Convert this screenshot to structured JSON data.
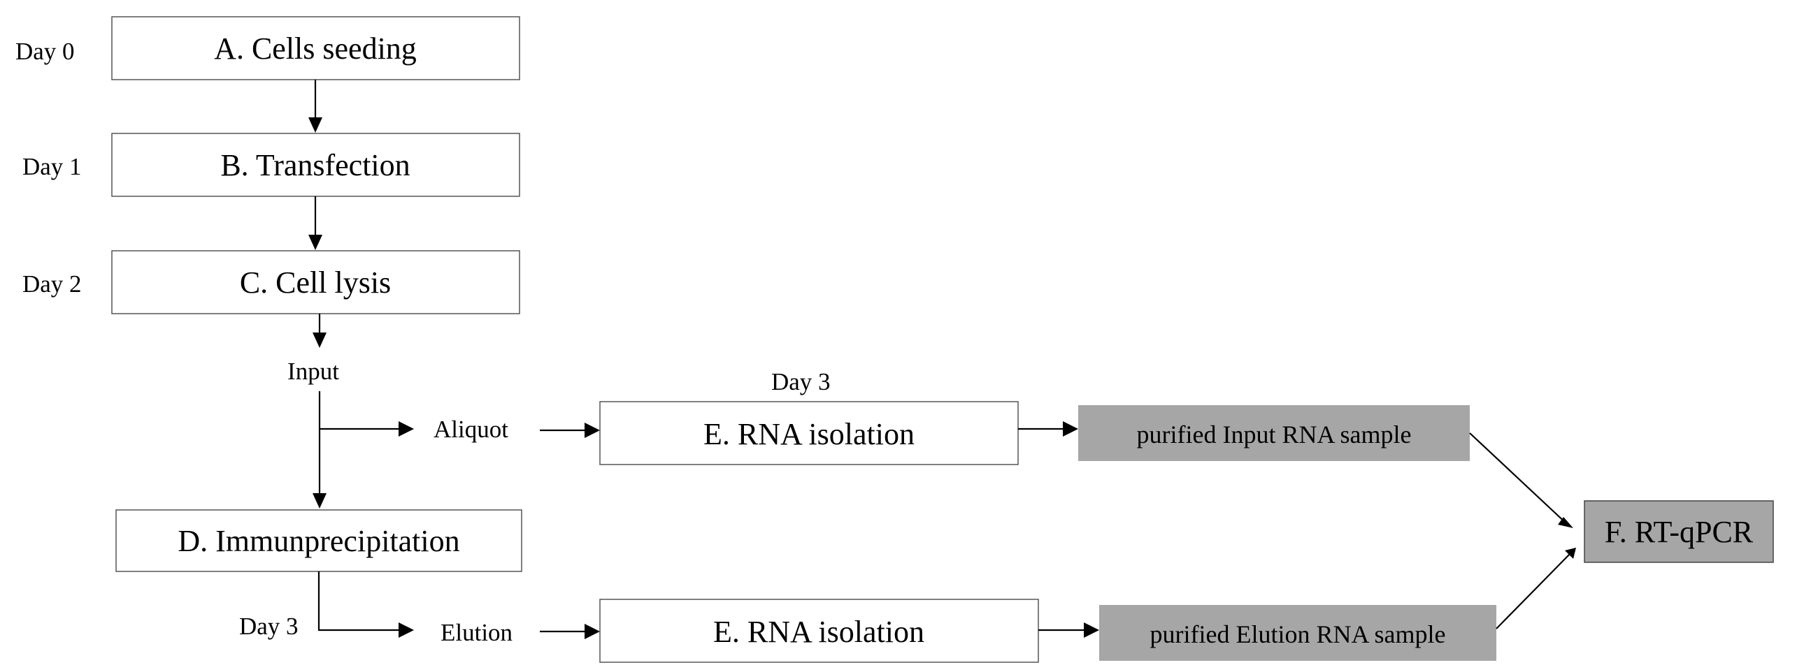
{
  "steps": {
    "a": "A. Cells seeding",
    "b": "B. Transfection",
    "c": "C. Cell lysis",
    "d": "D. Immunprecipitation",
    "e_input": "E. RNA isolation",
    "e_elution": "E. RNA isolation",
    "f": "F. RT-qPCR"
  },
  "days": {
    "day0": "Day 0",
    "day1": "Day 1",
    "day2": "Day 2",
    "day3_input": "Day 3",
    "day3_elution": "Day 3"
  },
  "labels": {
    "input": "Input",
    "aliquot": "Aliquot",
    "elution": "Elution"
  },
  "samples": {
    "input_rna": "purified Input RNA sample",
    "elution_rna": "purified Elution RNA sample"
  },
  "colors": {
    "sample_fill": "#a6a6a6",
    "box_border": "#555555",
    "line": "#000000"
  }
}
